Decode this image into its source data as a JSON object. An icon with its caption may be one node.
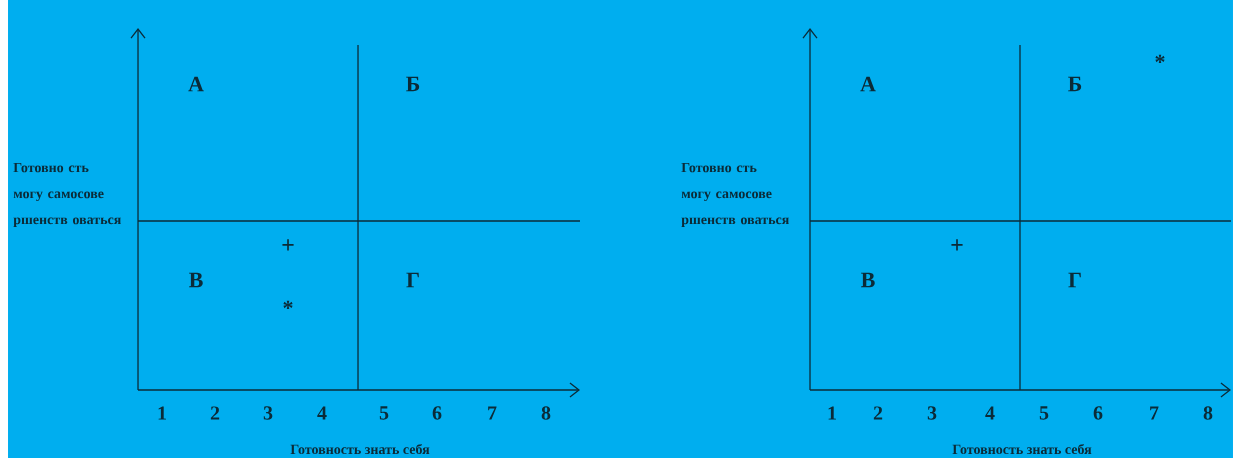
{
  "diagram": {
    "labels": [
      "А",
      "Б",
      "Готовно сть могу самосове ршенств оваться",
      "+",
      "В",
      "Г",
      "*",
      "1",
      "2",
      "3",
      "4",
      "5",
      "6",
      "7",
      "8",
      "Готовность знать себя",
      "А",
      "Б",
      "*",
      "Готовно сть могу самосове ршенств оваться",
      "+",
      "В",
      "Г",
      "1",
      "2",
      "3",
      "4",
      "5",
      "6",
      "7",
      "8",
      "Готовность знать себя"
    ]
  }
}
